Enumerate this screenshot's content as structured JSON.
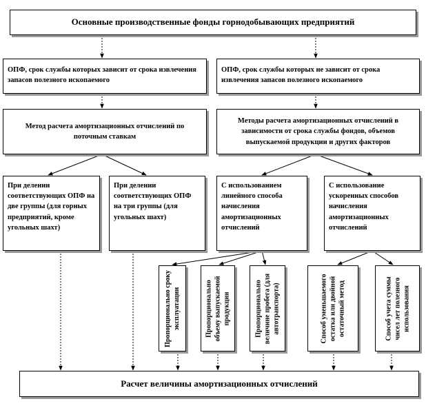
{
  "title": "Основные производственные фонды горнодобывающих предприятий",
  "level1": {
    "left": "ОПФ, срок службы которых зависит от срока извлечения запасов полезного ископаемого",
    "right": "ОПФ, срок службы которых не зависит от срока извлечения запасов полезного ископаемого"
  },
  "level2": {
    "left": "Метод расчета амортизационных отчислений по поточным ставкам",
    "right": "Методы расчета амортизационных отчислений в зависимости от срока службы фондов, объемов выпускаемой продукции и других факторов"
  },
  "level3": {
    "two_groups": "При делении соответствующих ОПФ на две группы (для горных предприятий, кроме угольных шахт)",
    "three_groups": "При делении соответствующих ОПФ на три группы (для угольных шахт)",
    "linear": "С использованием линейного способа начисления амортизационных отчислений",
    "accelerated": "С использование ускоренных способов начисления амортизационных отчислений"
  },
  "level4": {
    "service_life": "Пропорционально сроку эксплуатации",
    "output_volume": "Пропорционально объему выпускаемой продукции",
    "mileage": "Пропорционально величине пробега (для автотранспорта)",
    "declining_balance": "Способ уменьшаемого остатка или двойной остаточный метод",
    "sum_of_years": "Способ учета суммы чисел лет полезного использования"
  },
  "result": "Расчет величины амортизационных отчислений",
  "colors": {
    "line": "#000000",
    "shadow": "#9a9a9a"
  }
}
